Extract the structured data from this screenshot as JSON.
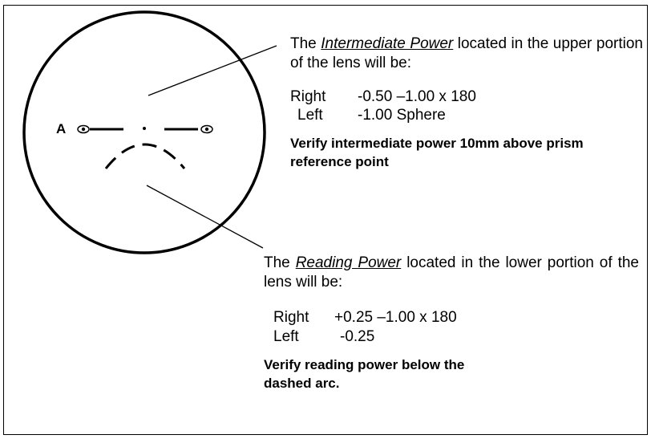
{
  "lens": {
    "marker_label": "A"
  },
  "intermediate": {
    "intro_prefix": "The",
    "intro_emphasis": "Intermediate Power",
    "intro_suffix": "located in the upper portion of the lens will be:",
    "right_label": "Right",
    "right_value": "-0.50 –1.00 x 180",
    "left_label": "Left",
    "left_value": "-1.00 Sphere",
    "verify_text": "Verify intermediate power 10mm above prism reference point"
  },
  "reading": {
    "intro_prefix": "The",
    "intro_emphasis": "Reading Power",
    "intro_suffix": "located in the lower portion of the lens will be:",
    "right_label": "Right",
    "right_value": "+0.25 –1.00 x 180",
    "left_label": "Left",
    "left_value": "-0.25",
    "verify_text": "Verify reading power below the dashed arc."
  }
}
